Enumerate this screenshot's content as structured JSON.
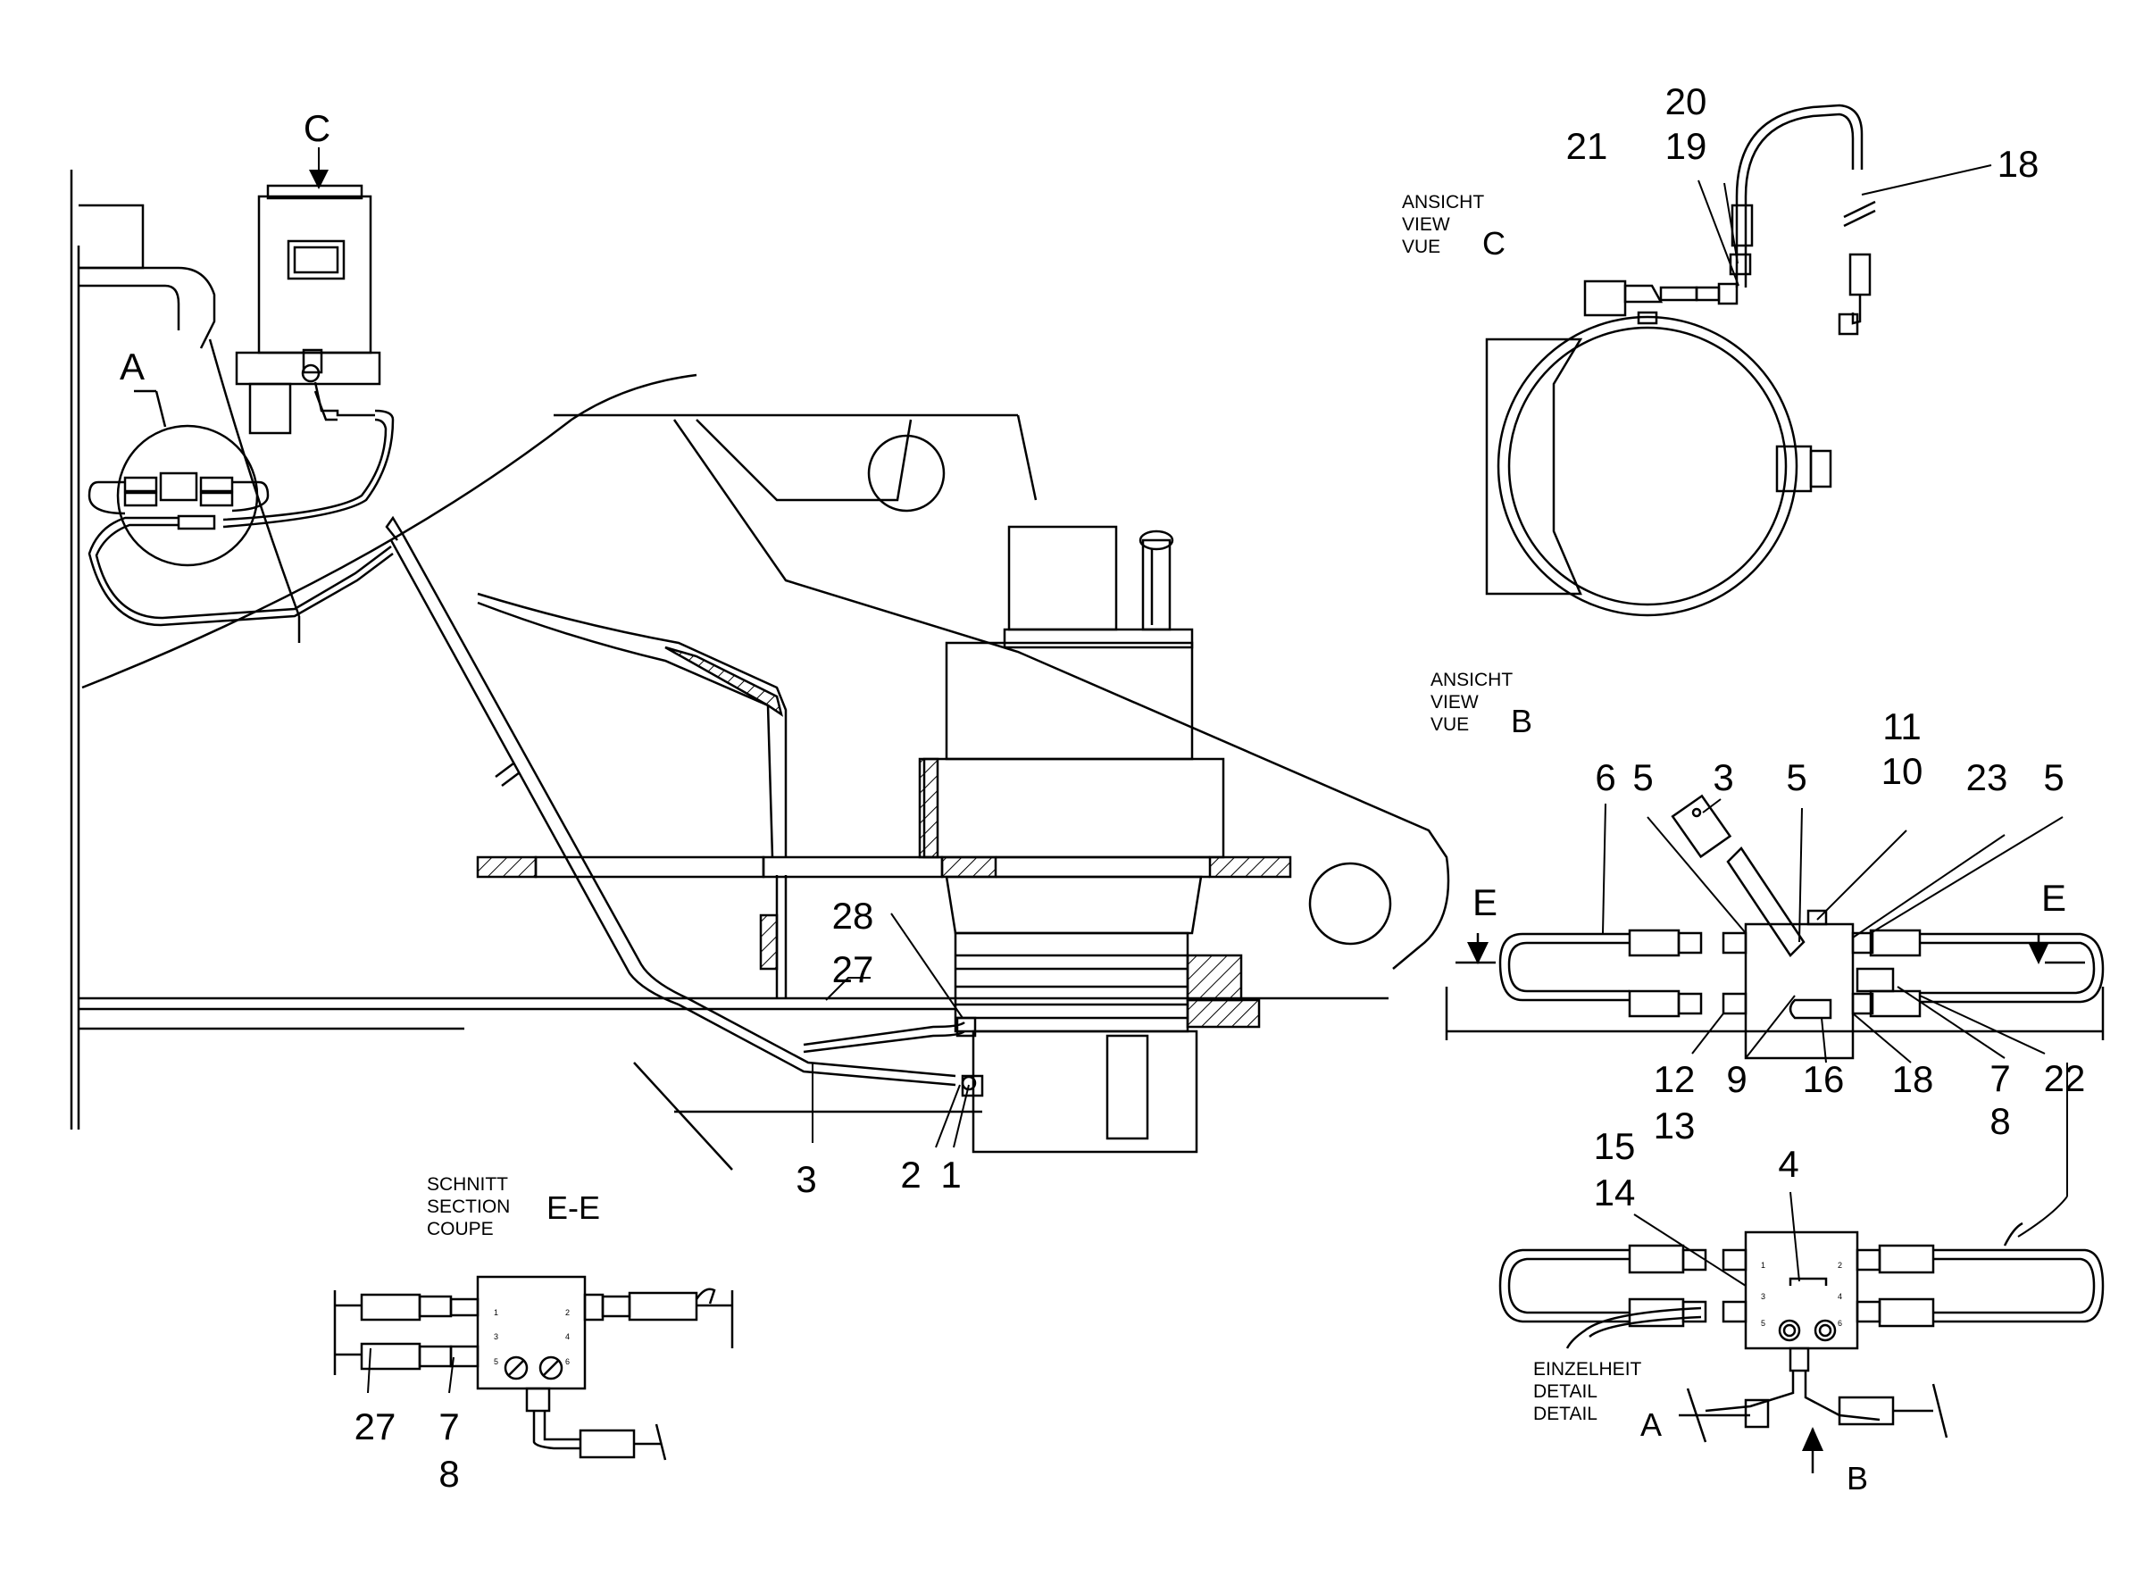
{
  "views": {
    "view_c": {
      "lines": [
        "ANSICHT",
        "VIEW",
        "VUE"
      ],
      "letter": "C"
    },
    "view_b": {
      "lines": [
        "ANSICHT",
        "VIEW",
        "VUE"
      ],
      "letter": "B"
    },
    "section_ee": {
      "lines": [
        "SCHNITT",
        "SECTION",
        "COUPE"
      ],
      "letter": "E-E"
    },
    "detail_a": {
      "lines": [
        "EINZELHEIT",
        "DETAIL",
        "DETAIL"
      ],
      "letter": "A"
    }
  },
  "markers": {
    "c_arrow": "C",
    "a_detail": "A",
    "e_left": "E",
    "e_right": "E",
    "b_arrow": "B"
  },
  "callouts": {
    "main": [
      "28",
      "27",
      "3",
      "2",
      "1"
    ],
    "view_c": [
      "20",
      "21",
      "19",
      "18"
    ],
    "view_b_top": [
      "11",
      "10",
      "6",
      "5",
      "3",
      "5",
      "23",
      "5"
    ],
    "view_b_bottom": [
      "12",
      "13",
      "9",
      "16",
      "18",
      "7",
      "8",
      "22"
    ],
    "detail_a": [
      "15",
      "14",
      "4"
    ],
    "section_ee": [
      "27",
      "7",
      "8"
    ]
  },
  "port_numbers": [
    "1",
    "2",
    "3",
    "4",
    "5",
    "6"
  ]
}
